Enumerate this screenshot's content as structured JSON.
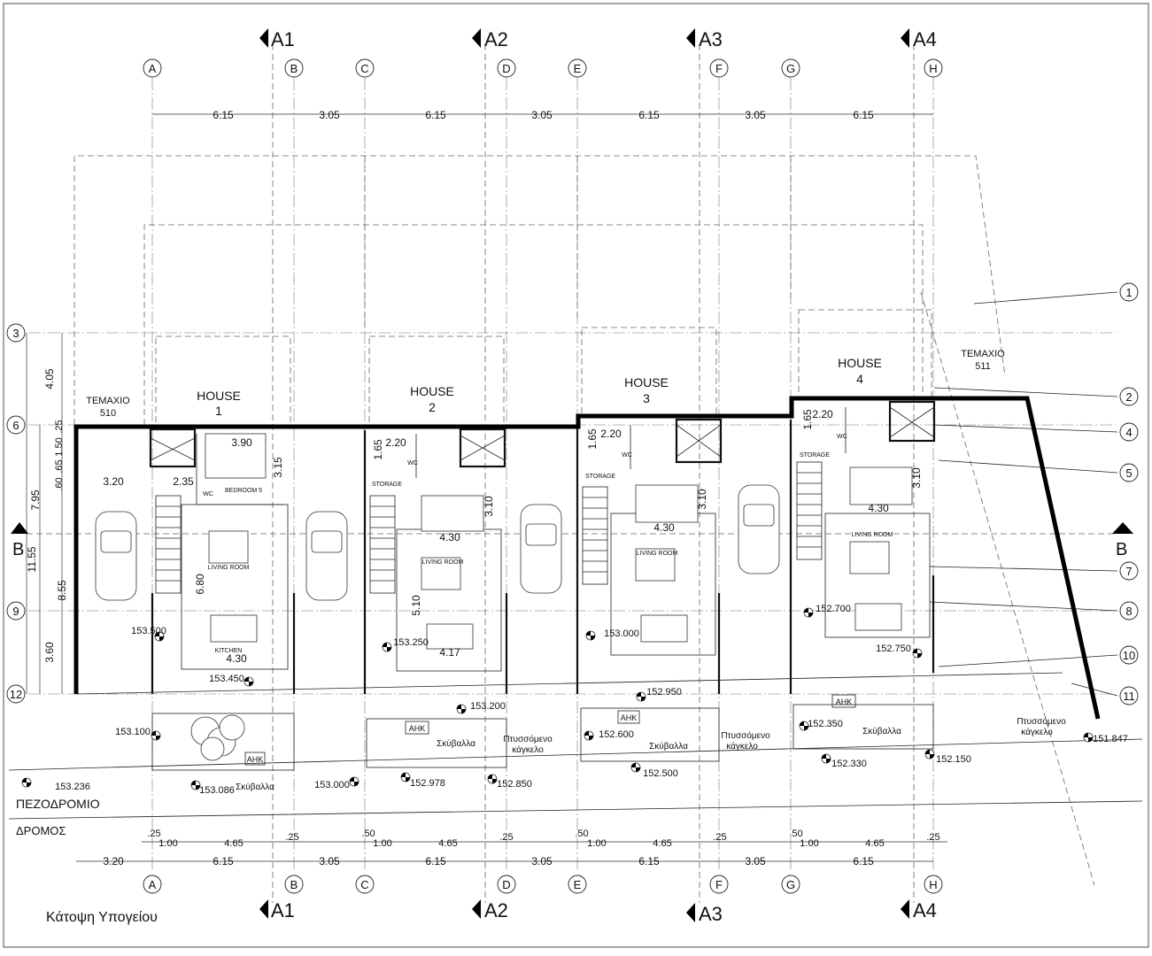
{
  "plan_title": "Κάτοψη Υπογείου",
  "street": {
    "sidewalk": "ΠΕΖΟΔΡΟΜΙΟ",
    "road": "ΔΡΟΜΟΣ"
  },
  "plots": {
    "left": [
      "ΤΕΜΑΧΙΟ",
      "510"
    ],
    "right": [
      "TEMAXIO",
      "511"
    ]
  },
  "section_marks": {
    "top": [
      "A1",
      "A2",
      "A3",
      "A4"
    ],
    "bottom": [
      "A1",
      "A2",
      "A3",
      "A4"
    ],
    "side": "B"
  },
  "grid_letters": [
    "A",
    "B",
    "C",
    "D",
    "E",
    "F",
    "G",
    "H"
  ],
  "grid_numbers_left": [
    "3",
    "6",
    "9",
    "12"
  ],
  "grid_numbers_right": [
    "1",
    "2",
    "4",
    "5",
    "7",
    "8",
    "10",
    "11"
  ],
  "dims_top": [
    "6.15",
    "3.05",
    "6.15",
    "3.05",
    "6.15",
    "3.05",
    "6.15"
  ],
  "dims_bottom_total": [
    "3.20",
    "6.15",
    "3.05",
    "6.15",
    "3.05",
    "6.15",
    "3.05",
    "6.15"
  ],
  "dims_bottom_detail": [
    [
      ".25",
      "1.00",
      "4.65",
      ".25"
    ],
    [
      ".50",
      "1.00",
      "4.65",
      ".25"
    ],
    [
      ".50",
      "1.00",
      "4.65",
      ".25"
    ],
    [
      ".50",
      "1.00",
      "4.65",
      ".25"
    ]
  ],
  "dims_left": [
    "4.05",
    ".25",
    "1.50",
    ".65",
    ".60",
    "7.95",
    "11.55",
    "8.55",
    "3.60"
  ],
  "houses": [
    {
      "label": [
        "HOUSE",
        "1"
      ],
      "dims": [
        "3.90",
        "3.20",
        "2.35",
        "3.15",
        "6.80",
        "4.30"
      ],
      "rooms": [
        "BEDROOM 5",
        "WC",
        "LIVING ROOM",
        "KITCHEN"
      ]
    },
    {
      "label": [
        "HOUSE",
        "2"
      ],
      "dims": [
        "1.65",
        "2.20",
        "3.10",
        "4.30",
        "5.10",
        "4.17"
      ],
      "rooms": [
        "WC",
        "STORAGE",
        "LIVING ROOM"
      ]
    },
    {
      "label": [
        "HOUSE",
        "3"
      ],
      "dims": [
        "1.65",
        "2.20",
        "3.10",
        "4.30"
      ],
      "rooms": [
        "WC",
        "STORAGE",
        "LIVING ROOM"
      ]
    },
    {
      "label": [
        "HOUSE",
        "4"
      ],
      "dims": [
        "1.65",
        "2.20",
        "3.10",
        "4.30"
      ],
      "rooms": [
        "WC",
        "STORAGE",
        "LIVING ROOM"
      ]
    }
  ],
  "levels": [
    "153.500",
    "153.450",
    "153.250",
    "153.200",
    "153.000",
    "152.950",
    "152.700",
    "152.750",
    "153.100",
    "152.600",
    "152.350",
    "151.847",
    "153.236",
    "153.086",
    "153.000",
    "152.978",
    "152.850",
    "152.500",
    "152.330",
    "152.150"
  ],
  "notes": {
    "ahk": "AHK",
    "skivala": "Σκύβαλλα",
    "gate": [
      "Πτυσσόμενο",
      "κάγκελο"
    ],
    "gate_right": [
      "Πτυσσόμενο",
      "κάγκελο"
    ]
  }
}
